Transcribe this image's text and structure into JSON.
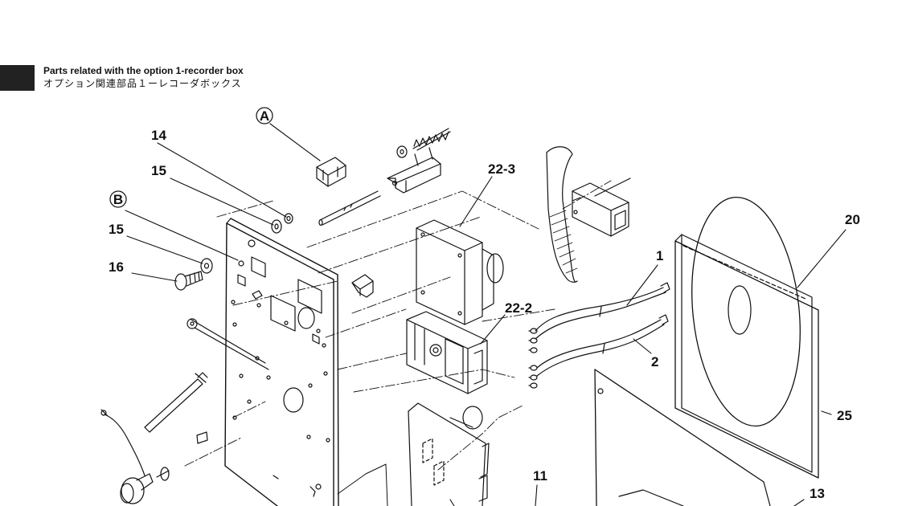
{
  "header": {
    "title_en": "Parts related with the option 1-recorder box",
    "title_ja": "オプション関連部品１ーレコーダボックス"
  },
  "callouts": {
    "A": "A",
    "B": "B",
    "p14": "14",
    "p15a": "15",
    "p15b": "15",
    "p16": "16",
    "p22_3": "22-3",
    "p22_2": "22-2",
    "p1": "1",
    "p2": "2",
    "p20": "20",
    "p25": "25",
    "p11": "11",
    "p13": "13"
  },
  "colors": {
    "ink": "#111111",
    "tab": "#222222",
    "paper": "#ffffff"
  }
}
